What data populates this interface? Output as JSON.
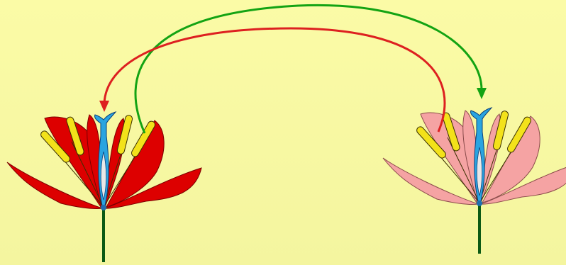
{
  "diagram": {
    "type": "cross-pollination",
    "flowers": [
      {
        "id": "flower-left",
        "petal_color": "#dd0000",
        "petal_outline": "#7a0000"
      },
      {
        "id": "flower-right",
        "petal_color": "#f5a3a3",
        "petal_outline": "#8a4a4a"
      }
    ],
    "arrows": [
      {
        "id": "red-arrow",
        "from": "flower-right",
        "to": "flower-left",
        "color": "#dd2020"
      },
      {
        "id": "green-arrow",
        "from": "flower-left",
        "to": "flower-right",
        "color": "#13a313"
      }
    ],
    "colors": {
      "background": "#f7f8a2",
      "stem": "#0c5a14",
      "pistil": "#2aa4e0",
      "pistil_outline": "#0b3f7a",
      "anther": "#f3e21a",
      "anther_outline": "#3b3000",
      "receptacle": "#1f6fb0"
    }
  }
}
